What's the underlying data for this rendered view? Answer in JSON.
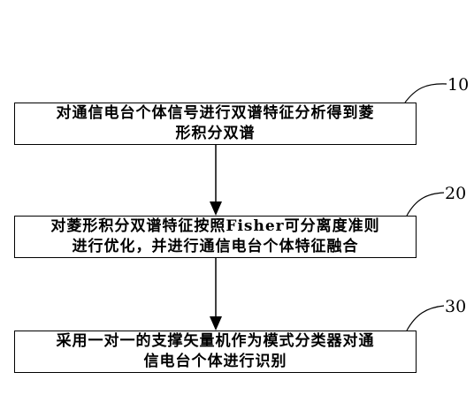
{
  "steps": [
    {
      "ref": "10",
      "line1": "对通信电台个体信号进行双谱特征分析得到菱",
      "line2": "形积分双谱"
    },
    {
      "ref": "20",
      "line1": "对菱形积分双谱特征按照Fisher可分离度准则",
      "line2": "进行优化，并进行通信电台个体特征融合"
    },
    {
      "ref": "30",
      "line1": "采用一对一的支撑矢量机作为模式分类器对通",
      "line2": "信电台个体进行识别"
    }
  ]
}
